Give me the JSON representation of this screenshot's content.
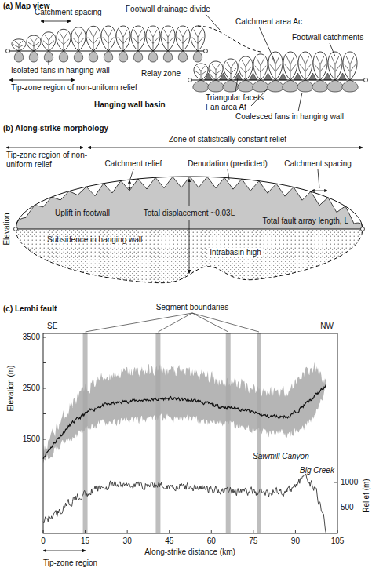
{
  "diagram": {
    "labels": [
      "(a) Map view",
      "Catchment spacing",
      "Footwall drainage divide",
      "Catchment area Ac",
      "Footwall catchments",
      "Relay zone",
      "Isolated fans in hanging wall",
      "Tip-zone region of non-uniform relief",
      "Triangular facets",
      "Fan area Af",
      "Coalesced fans in hanging wall",
      "Hanging wall basin",
      "(b) Along-strike morphology",
      "Zone of statistically constant relief",
      "Tip-zone region of non-uniform relief",
      "Catchment relief",
      "Denudation (predicted)",
      "Catchment spacing",
      "Elevation",
      "Uplift in footwall",
      "Total displacement ~0.03L",
      "Total fault array length, L",
      "Subsidence in hanging wall",
      "Intrabasin high",
      "(c) Lemhi fault",
      "Segment boundaries",
      "SE",
      "NW",
      "Elevation (m)",
      "3500",
      "2500",
      "1500",
      "Relief (m)",
      "1000",
      "500",
      "Sawmill Canyon",
      "Big Creek",
      "0",
      "15",
      "30",
      "45",
      "60",
      "75",
      "90",
      "105",
      "Along-strike distance (km)",
      "Tip-zone region"
    ]
  }
}
